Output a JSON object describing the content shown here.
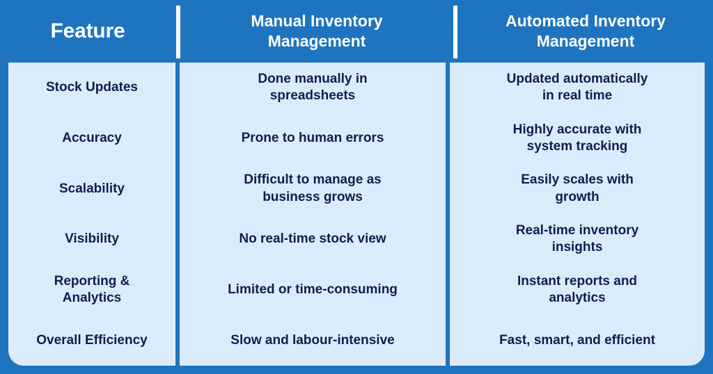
{
  "table": {
    "header": {
      "feature": {
        "label": "Feature",
        "lines": [
          "Feature"
        ]
      },
      "manual": {
        "label": "Manual Inventory Management",
        "lines": [
          "Manual Inventory",
          "Management"
        ]
      },
      "automated": {
        "label": "Automated Inventory Management",
        "lines": [
          "Automated Inventory",
          "Management"
        ]
      }
    },
    "columns": [
      "Feature",
      "Manual Inventory Management",
      "Automated Inventory Management"
    ],
    "rows": [
      {
        "feature": {
          "label": "Stock Updates",
          "lines": [
            "Stock Updates"
          ]
        },
        "manual": {
          "label": "Done manually in spreadsheets",
          "lines": [
            "Done manually in",
            "spreadsheets"
          ]
        },
        "automated": {
          "label": "Updated automatically in real time",
          "lines": [
            "Updated automatically",
            "in real time"
          ]
        }
      },
      {
        "feature": {
          "label": "Accuracy",
          "lines": [
            "Accuracy"
          ]
        },
        "manual": {
          "label": "Prone to human errors",
          "lines": [
            "Prone to human errors"
          ]
        },
        "automated": {
          "label": "Highly accurate with system tracking",
          "lines": [
            "Highly accurate with",
            "system tracking"
          ]
        }
      },
      {
        "feature": {
          "label": "Scalability",
          "lines": [
            "Scalability"
          ]
        },
        "manual": {
          "label": "Difficult to manage as business grows",
          "lines": [
            "Difficult to manage as",
            "business grows"
          ]
        },
        "automated": {
          "label": "Easily scales with growth",
          "lines": [
            "Easily scales with",
            "growth"
          ]
        }
      },
      {
        "feature": {
          "label": "Visibility",
          "lines": [
            "Visibility"
          ]
        },
        "manual": {
          "label": "No real-time stock view",
          "lines": [
            "No real-time stock view"
          ]
        },
        "automated": {
          "label": "Real-time inventory insights",
          "lines": [
            "Real-time inventory",
            "insights"
          ]
        }
      },
      {
        "feature": {
          "label": "Reporting & Analytics",
          "lines": [
            "Reporting &",
            "Analytics"
          ]
        },
        "manual": {
          "label": "Limited or time-consuming",
          "lines": [
            "Limited or time-consuming"
          ]
        },
        "automated": {
          "label": "Instant reports and analytics",
          "lines": [
            "Instant reports and",
            "analytics"
          ]
        }
      },
      {
        "feature": {
          "label": "Overall Efficiency",
          "lines": [
            "Overall Efficiency"
          ]
        },
        "manual": {
          "label": "Slow and labour-intensive",
          "lines": [
            "Slow and labour-intensive"
          ]
        },
        "automated": {
          "label": "Fast, smart, and efficient",
          "lines": [
            "Fast, smart, and efficient"
          ]
        }
      }
    ]
  },
  "colors": {
    "header_background": "#1f74bf",
    "header_text": "#ffffff",
    "body_background": "#dcebfb",
    "body_text": "#121c4e",
    "divider": "#1f74bf",
    "header_divider": "#ffffff"
  }
}
